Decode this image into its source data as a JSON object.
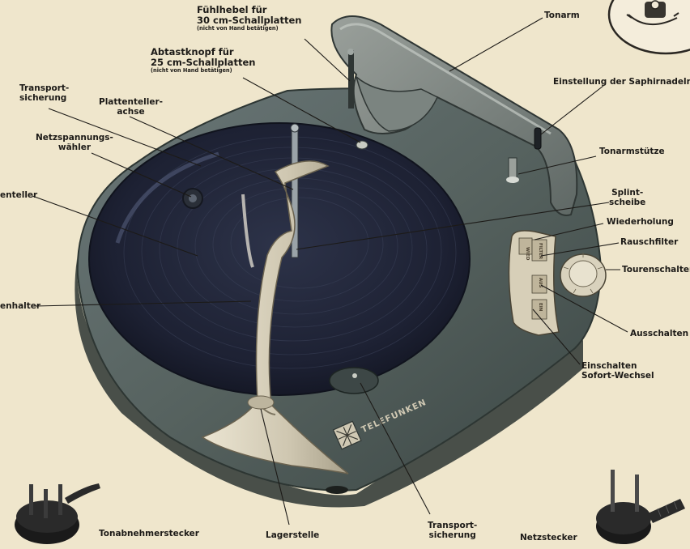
{
  "labels": {
    "fuehlhebel": {
      "line1": "Fühlhebel für",
      "line2": "30 cm-Schallplatten",
      "note": "(nicht von Hand betätigen)"
    },
    "abtastknopf": {
      "line1": "Abtastknopf für",
      "line2": "25 cm-Schallplatten",
      "note": "(nicht von Hand betätigen)"
    },
    "tonarm": "Tonarm",
    "einstellung": "Einstellung der Saphirnadeln",
    "tonarmstuetze": "Tonarmstütze",
    "splintscheibe": {
      "line1": "Splint-",
      "line2": "scheibe"
    },
    "wiederholung": "Wiederholung",
    "rauschfilter": "Rauschfilter",
    "tourenschalter": "Tourenschalter",
    "ausschalten": "Ausschalten",
    "einschalten": {
      "line1": "Einschalten",
      "line2": "Sofort-Wechsel"
    },
    "transport_top": {
      "line1": "Transport-",
      "line2": "sicherung"
    },
    "plattenteller_achse": {
      "line1": "Plattenteller-",
      "line2": "achse"
    },
    "netzspannung": {
      "line1": "Netzspannungs-",
      "line2": "wähler"
    },
    "plattenteller_cut": "enteller",
    "plattenhalter_cut": "enhalter",
    "tonabnehmerstecker": "Tonabnehmerstecker",
    "lagerstelle": "Lagerstelle",
    "transport_bottom": {
      "line1": "Transport-",
      "line2": "sicherung"
    },
    "netzstecker": "Netzstecker"
  },
  "brand": "TELEFUNKEN",
  "panel_buttons": [
    "WIED",
    "FILTER",
    "AUS",
    "EIN"
  ],
  "colors": {
    "paper": "#efe6cc",
    "body": "#4d5a5d",
    "platter": "#1e2234",
    "arm": "#d3ccb8",
    "ink": "#1c1a17"
  },
  "icons": [
    "setting-dial-icon",
    "plug-icon"
  ]
}
